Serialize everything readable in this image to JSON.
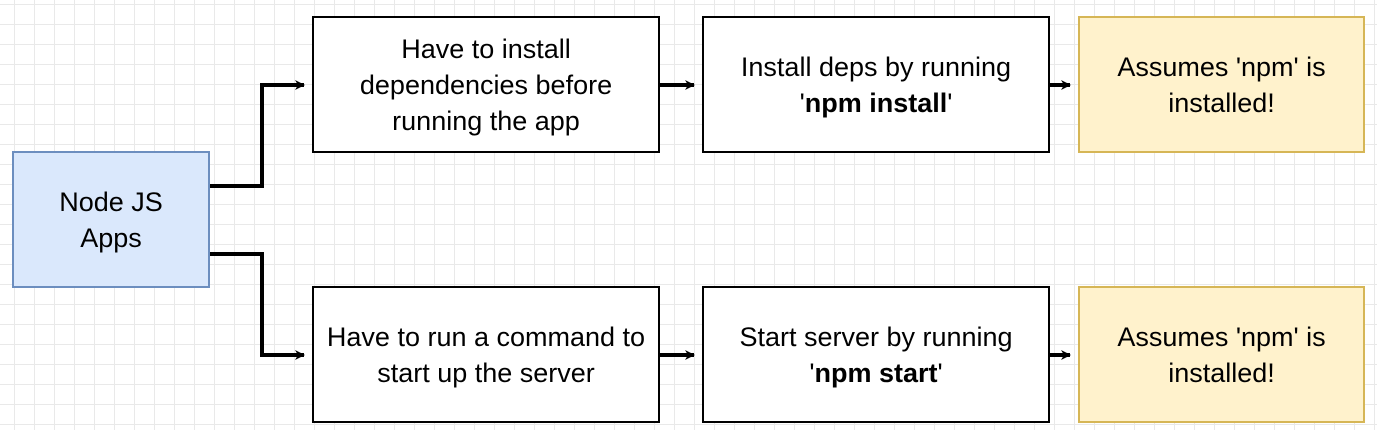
{
  "diagram": {
    "colors": {
      "root_fill": "#dae8fc",
      "root_stroke": "#6c8ebf",
      "note_fill": "#fff2cc",
      "note_stroke": "#d6b656",
      "step_fill": "#ffffff",
      "step_stroke": "#000000",
      "connector": "#000000"
    },
    "root": {
      "label": "Node JS Apps"
    },
    "top_branch": {
      "requirement": "Have to install dependencies before running the app",
      "action": {
        "prefix": "Install deps by running",
        "quote_open": "'",
        "command": "npm install",
        "quote_close": "'"
      },
      "note": "Assumes 'npm' is installed!"
    },
    "bottom_branch": {
      "requirement": "Have to run a command to start up the server",
      "action": {
        "prefix": "Start server by running",
        "quote_open": "'",
        "command": "npm start",
        "quote_close": "'"
      },
      "note": "Assumes 'npm' is installed!"
    },
    "edges": [
      {
        "from": "node-js-apps",
        "to": "install-dependencies"
      },
      {
        "from": "node-js-apps",
        "to": "run-command"
      },
      {
        "from": "install-dependencies",
        "to": "npm-install"
      },
      {
        "from": "npm-install",
        "to": "npm-note-top"
      },
      {
        "from": "run-command",
        "to": "npm-start"
      },
      {
        "from": "npm-start",
        "to": "npm-note-bottom"
      }
    ]
  }
}
